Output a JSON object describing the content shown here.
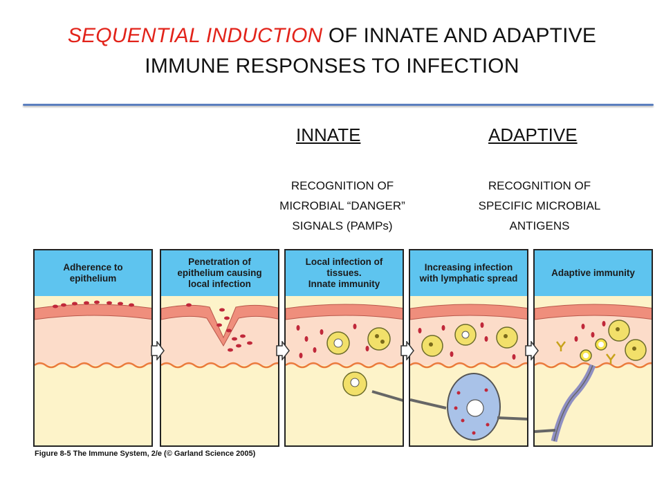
{
  "title": {
    "highlight": "SEQUENTIAL INDUCTION",
    "rest_line1": " OF INNATE AND ADAPTIVE",
    "line2": "IMMUNE RESPONSES TO INFECTION"
  },
  "columns": {
    "innate": {
      "heading": "INNATE",
      "line1": "RECOGNITION OF",
      "line2": "MICROBIAL “DANGER”",
      "line3": "SIGNALS (PAMPs)"
    },
    "adaptive": {
      "heading": "ADAPTIVE",
      "line1": "RECOGNITION OF",
      "line2": "SPECIFIC MICROBIAL",
      "line3": "ANTIGENS"
    }
  },
  "panels": [
    {
      "line1": "Adherence to",
      "line2": "epithelium",
      "line3": ""
    },
    {
      "line1": "Penetration of",
      "line2": "epithelium causing",
      "line3": "local infection"
    },
    {
      "line1": "Local infection of",
      "line2": "tissues.",
      "line3": "Innate immunity"
    },
    {
      "line1": "Increasing infection",
      "line2": "with lymphatic spread",
      "line3": ""
    },
    {
      "line1": "Adaptive immunity",
      "line2": "",
      "line3": ""
    }
  ],
  "colors": {
    "title_highlight": "#e2231a",
    "rule": "#5b7fbf",
    "caption_bg": "#5ec4ef",
    "epithelium": "#ef8e7c",
    "tissue": "#fcdcc9",
    "deep_tissue": "#fdf3c9",
    "microbe": "#c0283a",
    "phagocyte": "#f2e06a",
    "lymph_node": "#a9c2e8"
  },
  "credit": "Figure 8-5 The Immune System, 2/e (© Garland Science 2005)"
}
